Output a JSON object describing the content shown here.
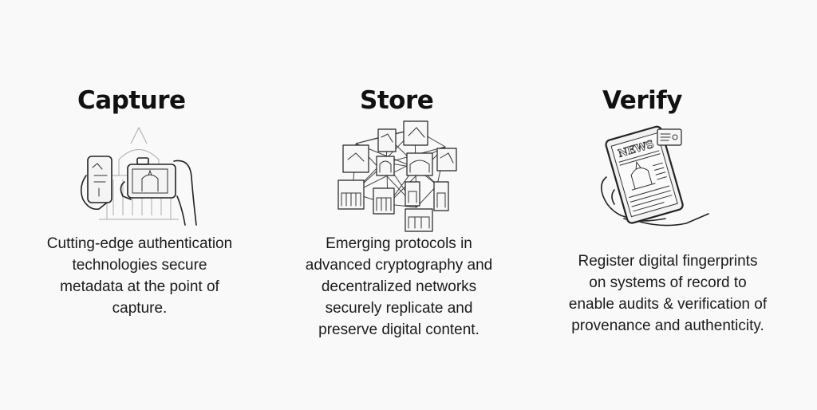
{
  "columns": [
    {
      "id": "capture",
      "title": "Capture",
      "illustration_icon": "phone-camera-capture-icon",
      "description_lines": [
        "Cutting-edge authentication",
        "technologies secure",
        "metadata at the point of",
        "capture."
      ]
    },
    {
      "id": "store",
      "title": "Store",
      "illustration_icon": "network-storage-icon",
      "description_lines": [
        "Emerging protocols in",
        "advanced cryptography and",
        "decentralized networks",
        "securely replicate and",
        "preserve digital content."
      ]
    },
    {
      "id": "verify",
      "title": "Verify",
      "illustration_icon": "tablet-news-verify-icon",
      "illustration_text": "NEWS",
      "description_lines": [
        "Register digital fingerprints",
        "on systems of record to",
        "enable audits & verification of",
        "provenance and authenticity."
      ]
    }
  ],
  "colors": {
    "background": "#f9f9f9",
    "ink": "#111111"
  }
}
